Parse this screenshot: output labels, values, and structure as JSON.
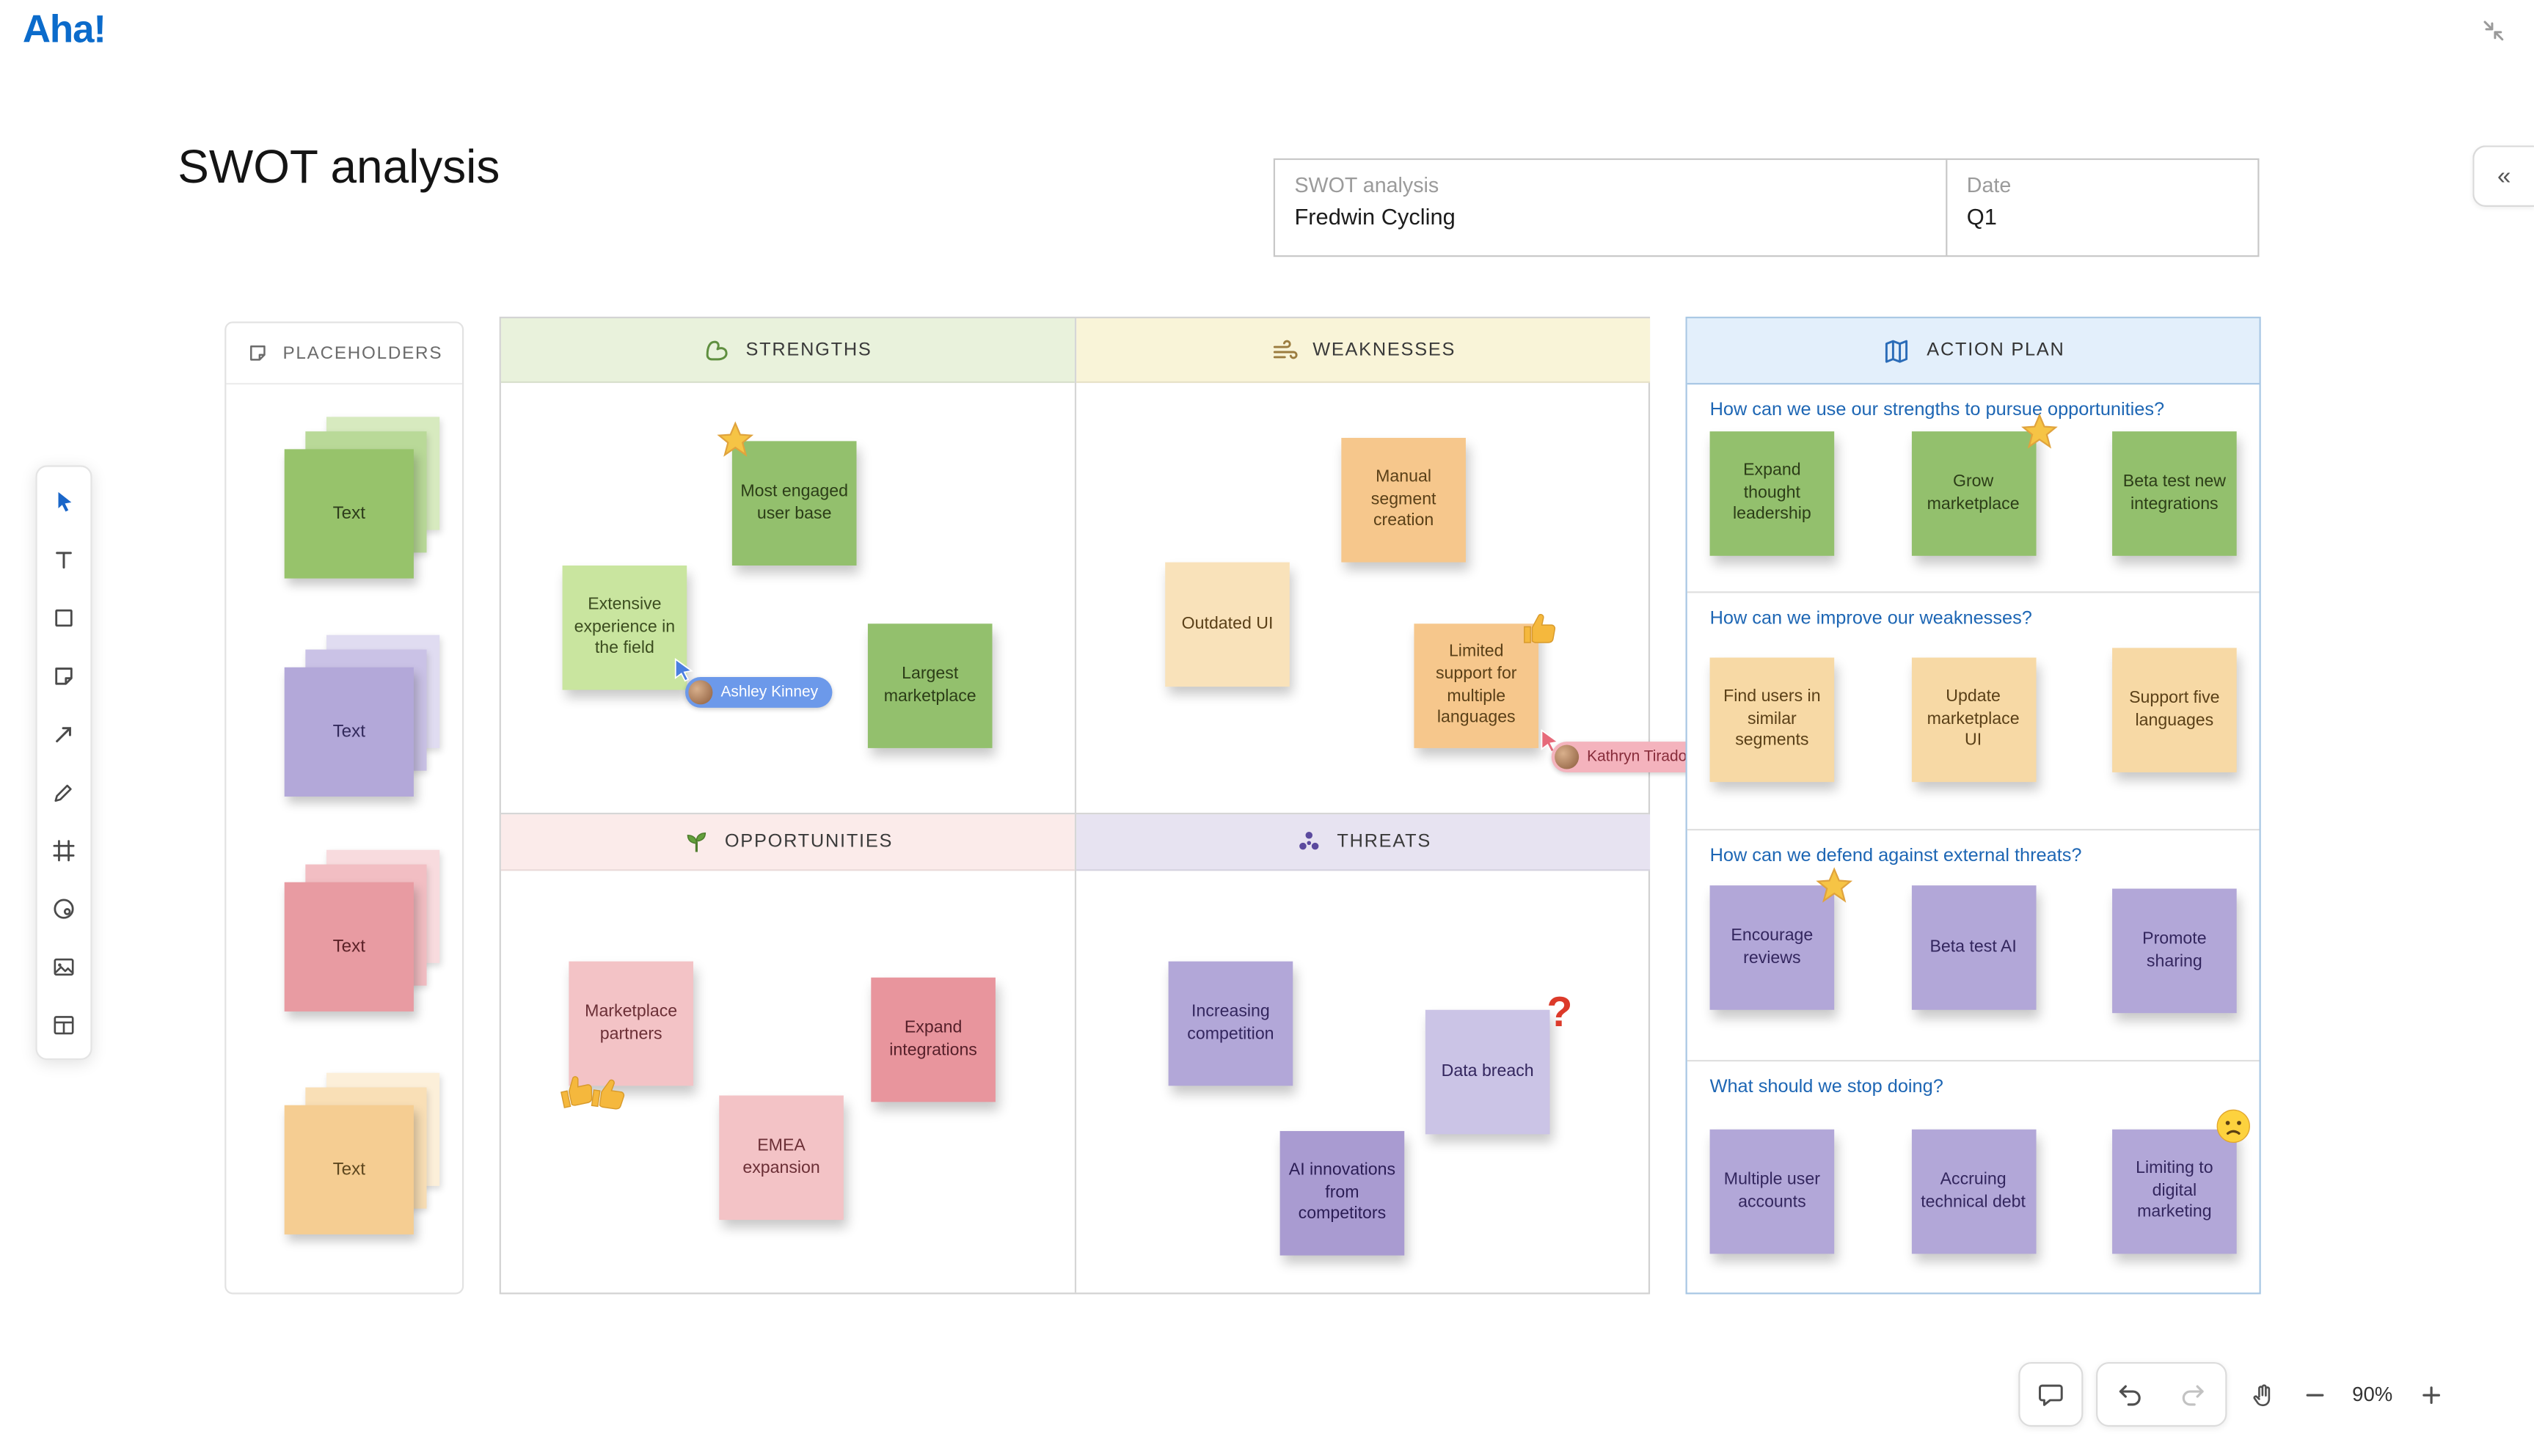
{
  "app": {
    "logo": "Aha!"
  },
  "page": {
    "title": "SWOT analysis"
  },
  "form": {
    "name_label": "SWOT analysis",
    "name_value": "Fredwin Cycling",
    "date_label": "Date",
    "date_value": "Q1"
  },
  "icons": {
    "panel_collapse": "«",
    "question_mark": "?"
  },
  "toolbar": {
    "tools": [
      "select",
      "text",
      "shape",
      "sticky-note",
      "connector",
      "pencil",
      "frame",
      "palette",
      "image",
      "layout"
    ]
  },
  "placeholders": {
    "title": "PLACEHOLDERS",
    "items": [
      {
        "label": "Text",
        "color": "green"
      },
      {
        "label": "Text",
        "color": "purple"
      },
      {
        "label": "Text",
        "color": "red"
      },
      {
        "label": "Text",
        "color": "orange"
      }
    ]
  },
  "swot": {
    "strengths": {
      "title": "STRENGTHS",
      "notes": [
        {
          "text": "Most engaged user base",
          "decorations": [
            "star"
          ]
        },
        {
          "text": "Extensive experience in the field",
          "decorations": []
        },
        {
          "text": "Largest marketplace",
          "decorations": []
        }
      ]
    },
    "weaknesses": {
      "title": "WEAKNESSES",
      "notes": [
        {
          "text": "Manual segment creation",
          "decorations": []
        },
        {
          "text": "Outdated UI",
          "decorations": []
        },
        {
          "text": "Limited support for multiple languages",
          "decorations": [
            "thumbs-up"
          ]
        }
      ]
    },
    "opportunities": {
      "title": "OPPORTUNITIES",
      "notes": [
        {
          "text": "Marketplace partners",
          "decorations": [
            "thumbs-up",
            "thumbs-up"
          ]
        },
        {
          "text": "Expand integrations",
          "decorations": []
        },
        {
          "text": "EMEA expansion",
          "decorations": []
        }
      ]
    },
    "threats": {
      "title": "THREATS",
      "notes": [
        {
          "text": "Increasing competition",
          "decorations": []
        },
        {
          "text": "Data breach",
          "decorations": [
            "question-mark"
          ]
        },
        {
          "text": "AI innovations from competitors",
          "decorations": []
        }
      ]
    }
  },
  "action_plan": {
    "title": "ACTION PLAN",
    "sections": [
      {
        "question": "How can we use our strengths to pursue opportunities?",
        "notes": [
          "Expand thought leadership",
          "Grow marketplace",
          "Beta test new integrations"
        ]
      },
      {
        "question": "How can we improve our weaknesses?",
        "notes": [
          "Find users in similar segments",
          "Update marketplace UI",
          "Support five languages"
        ]
      },
      {
        "question": "How can we defend against external threats?",
        "notes": [
          "Encourage reviews",
          "Beta test AI",
          "Promote sharing"
        ]
      },
      {
        "question": "What should we stop doing?",
        "notes": [
          "Multiple user accounts",
          "Accruing technical debt",
          "Limiting to digital marketing"
        ]
      }
    ]
  },
  "cursors": [
    {
      "name": "Ashley Kinney",
      "color": "#6c99ea"
    },
    {
      "name": "Kathryn Tirador",
      "color": "#f4b3bd"
    }
  ],
  "footer": {
    "zoom": "90%"
  },
  "colors": {
    "brand_blue": "#0b6bcb",
    "action_blue": "#1d66b4",
    "note_green": "#93c06d",
    "note_green_light": "#c9e59f",
    "note_orange": "#f6c78c",
    "note_orange_light": "#f9e2ba",
    "note_tan": "#f7d9a5",
    "note_pink": "#f3c3c6",
    "note_pink_dark": "#e8959d",
    "note_purple": "#b2a7d8",
    "note_purple_light": "#cbc4e6",
    "note_purple_dark": "#a99bd1",
    "header_strengths": "#e9f2dc",
    "header_weaknesses": "#f9f4d8",
    "header_opportunities": "#fbebea",
    "header_threats": "#e7e3f1",
    "header_action": "#e3effb"
  }
}
